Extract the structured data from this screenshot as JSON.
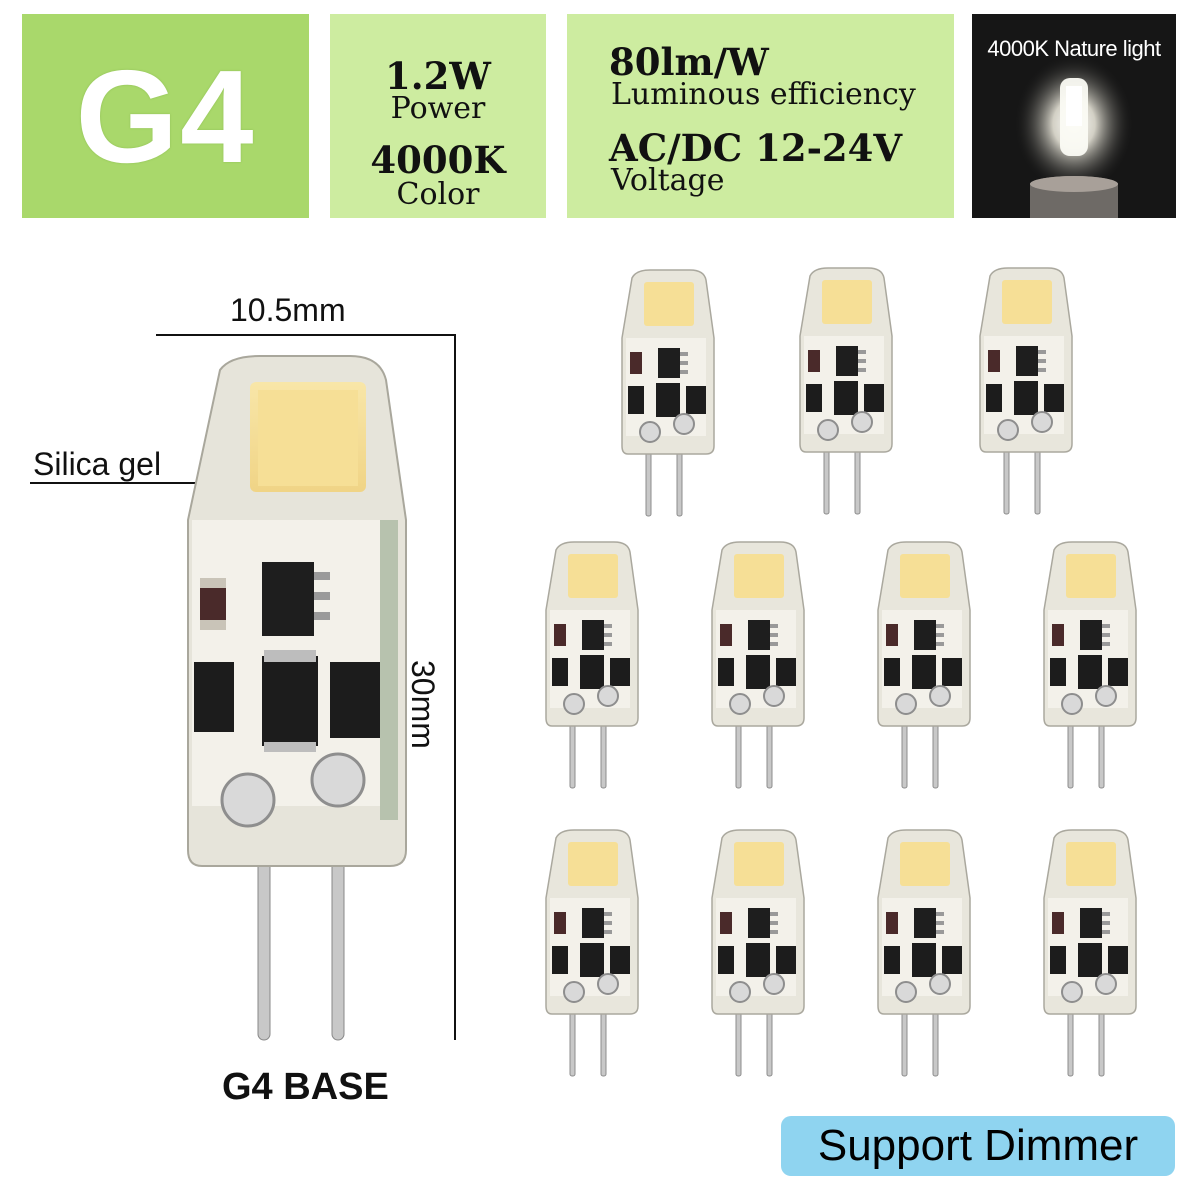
{
  "header": {
    "model": "G4",
    "power_value": "1.2W",
    "power_label": "Power",
    "color_value": "4000K",
    "color_label": "Color",
    "efficiency_value": "80lm/W",
    "efficiency_label": "Luminous efficiency",
    "voltage_value": "AC/DC 12-24V",
    "voltage_label": "Voltage",
    "photo_caption": "4000K Nature light"
  },
  "dimensions": {
    "width": "10.5mm",
    "height": "30mm"
  },
  "labels": {
    "silica": "Silica gel",
    "base": "G4 BASE",
    "dimmer": "Support Dimmer"
  },
  "colors": {
    "green_dark": "#a9d86b",
    "green_light": "#cdeca0",
    "badge_blue": "#8fd4f0"
  },
  "bulbs_small_count": 11
}
